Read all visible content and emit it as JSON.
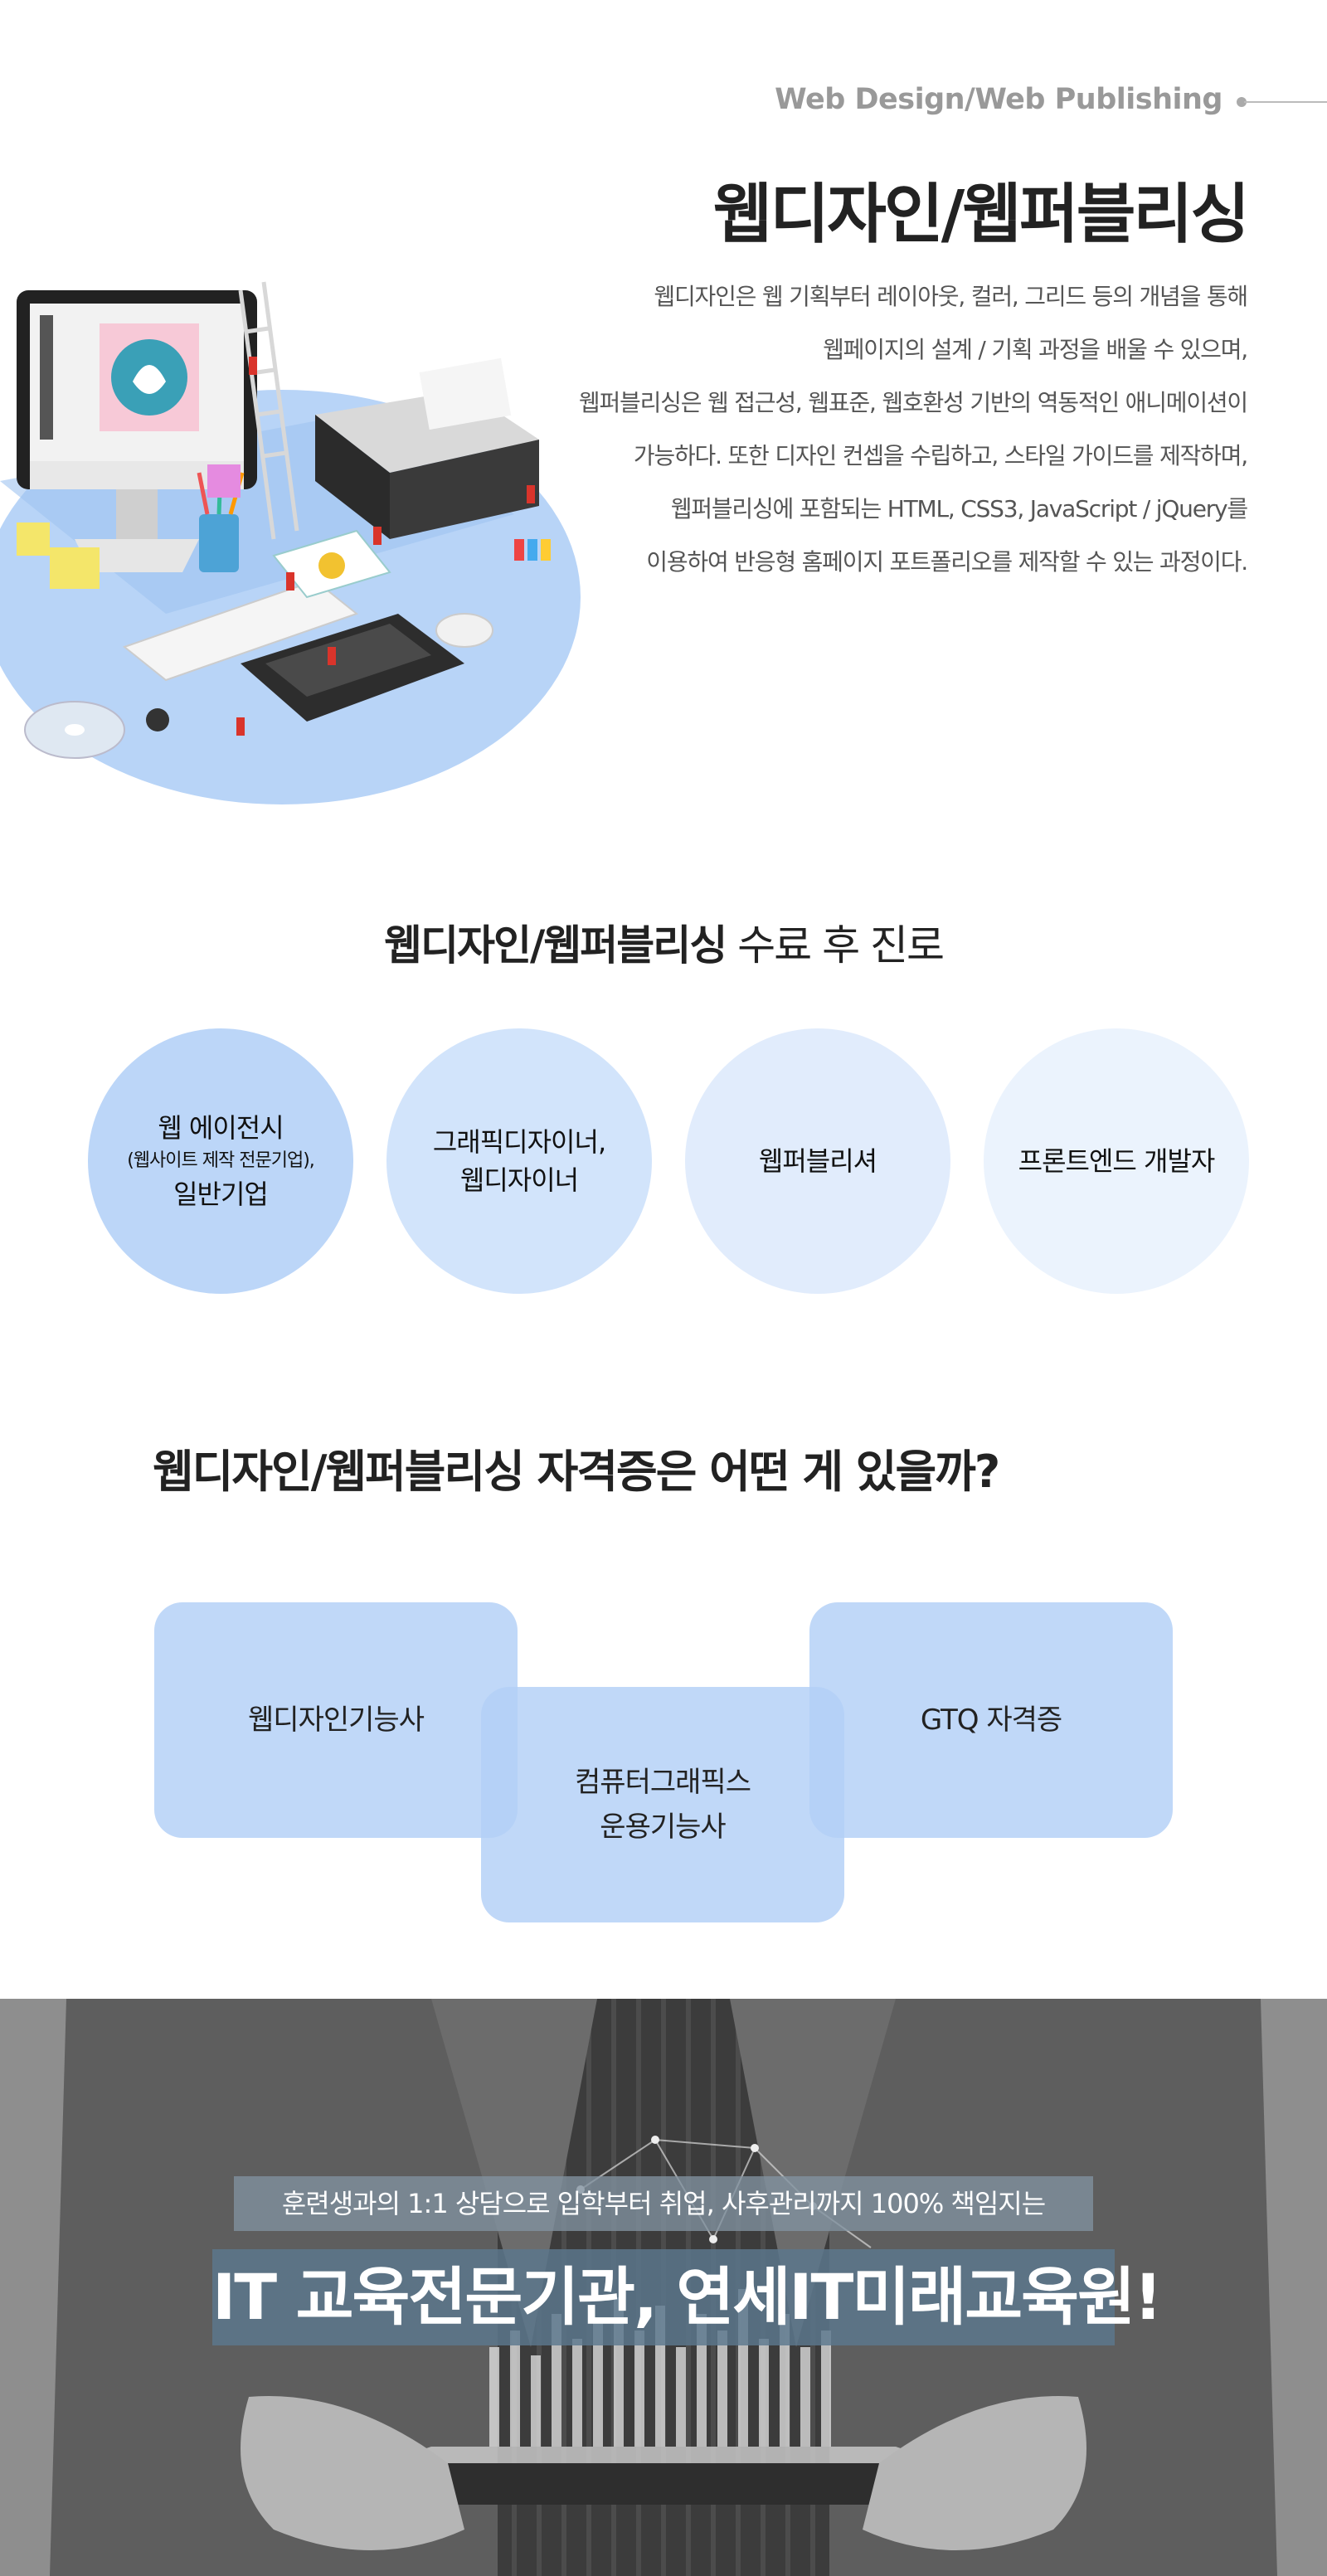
{
  "intro": {
    "eyebrow": "Web Design/Web Publishing",
    "title": "웹디자인/웹퍼블리싱",
    "description_lines": [
      "웹디자인은 웹 기획부터 레이아웃, 컬러, 그리드 등의 개념을 통해",
      "웹페이지의 설계 / 기획 과정을 배울 수 있으며,",
      "웹퍼블리싱은 웹 접근성, 웹표준, 웹호환성 기반의 역동적인 애니메이션이",
      "가능하다. 또한 디자인 컨셉을 수립하고, 스타일 가이드를 제작하며,",
      "웹퍼블리싱에 포함되는 HTML, CSS3, JavaScript / jQuery를",
      "이용하여 반응형 홈페이지 포트폴리오를 제작할 수 있는 과정이다."
    ]
  },
  "careers": {
    "title_bold": "웹디자인/웹퍼블리싱",
    "title_light": " 수료 후 진로",
    "items": [
      {
        "line1": "웹 에이전시",
        "small": "(웹사이트 제작 전문기업),",
        "line2": "일반기업"
      },
      {
        "line1": "그래픽디자이너,",
        "line2": "웹디자이너"
      },
      {
        "line1": "웹퍼블리셔"
      },
      {
        "line1": "프론트엔드 개발자"
      }
    ]
  },
  "certs": {
    "title_bold": "웹디자인/웹퍼블리싱 자격증",
    "title_light": "은 어떤 게 있을까?",
    "items": [
      {
        "line1": "웹디자인기능사"
      },
      {
        "line1": "컴퓨터그래픽스",
        "line2": "운용기능사"
      },
      {
        "line1": "GTQ 자격증"
      }
    ]
  },
  "banner": {
    "subtitle": "훈련생과의 1:1 상담으로 입학부터 취업, 사후관리까지 100% 책임지는",
    "headline": "IT 교육전문기관, 연세IT미래교육원!"
  },
  "colors": {
    "circle_1": "#bcd6f8",
    "circle_2": "#d2e4fb",
    "circle_3": "#e1ecfc",
    "circle_4": "#ebf3fd",
    "cert_box": "#b2cff6"
  }
}
